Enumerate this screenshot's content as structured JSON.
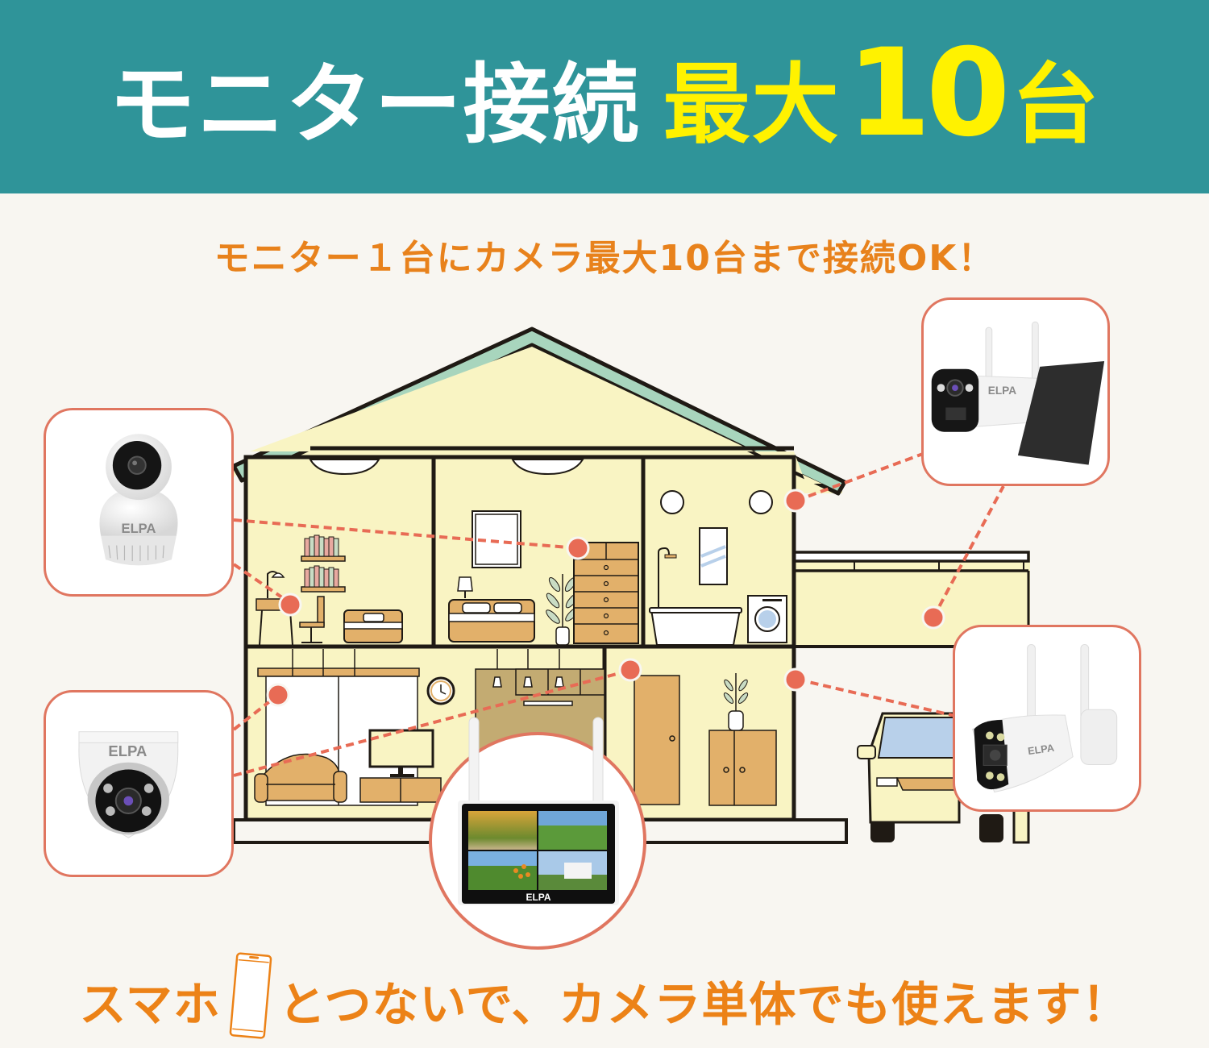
{
  "banner": {
    "title_white": "モニター接続",
    "title_yellow_prefix": "最大",
    "title_number": "10",
    "title_yellow_suffix": "台",
    "background": "#2f9499",
    "highlight_color": "#fff200"
  },
  "subtitle": {
    "text": "モニター１台にカメラ最大10台まで接続OK！",
    "color": "#e8821c"
  },
  "illustration": {
    "type": "house-cross-section",
    "connection_dot_color": "#e86b55",
    "wall_color": "#f9f4c3",
    "roof_color": "#a8d5bd",
    "furniture_color": "#e2b06a"
  },
  "products": [
    {
      "id": "ptz-indoor-camera",
      "brand": "ELPA",
      "icon": "indoor-pan-tilt-camera-icon"
    },
    {
      "id": "dome-camera",
      "brand": "ELPA",
      "icon": "dome-camera-icon"
    },
    {
      "id": "solar-battery-camera",
      "brand": "ELPA",
      "icon": "solar-camera-icon"
    },
    {
      "id": "bullet-camera",
      "brand": "ELPA",
      "icon": "bullet-camera-icon"
    },
    {
      "id": "monitor",
      "brand": "ELPA",
      "icon": "monitor-icon",
      "screens": 4
    }
  ],
  "bottom": {
    "text_before_icon": "スマホ",
    "text_after_icon": "とつないで、カメラ単体でも使えます！",
    "icon": "smartphone-icon",
    "color": "#ec8217"
  }
}
